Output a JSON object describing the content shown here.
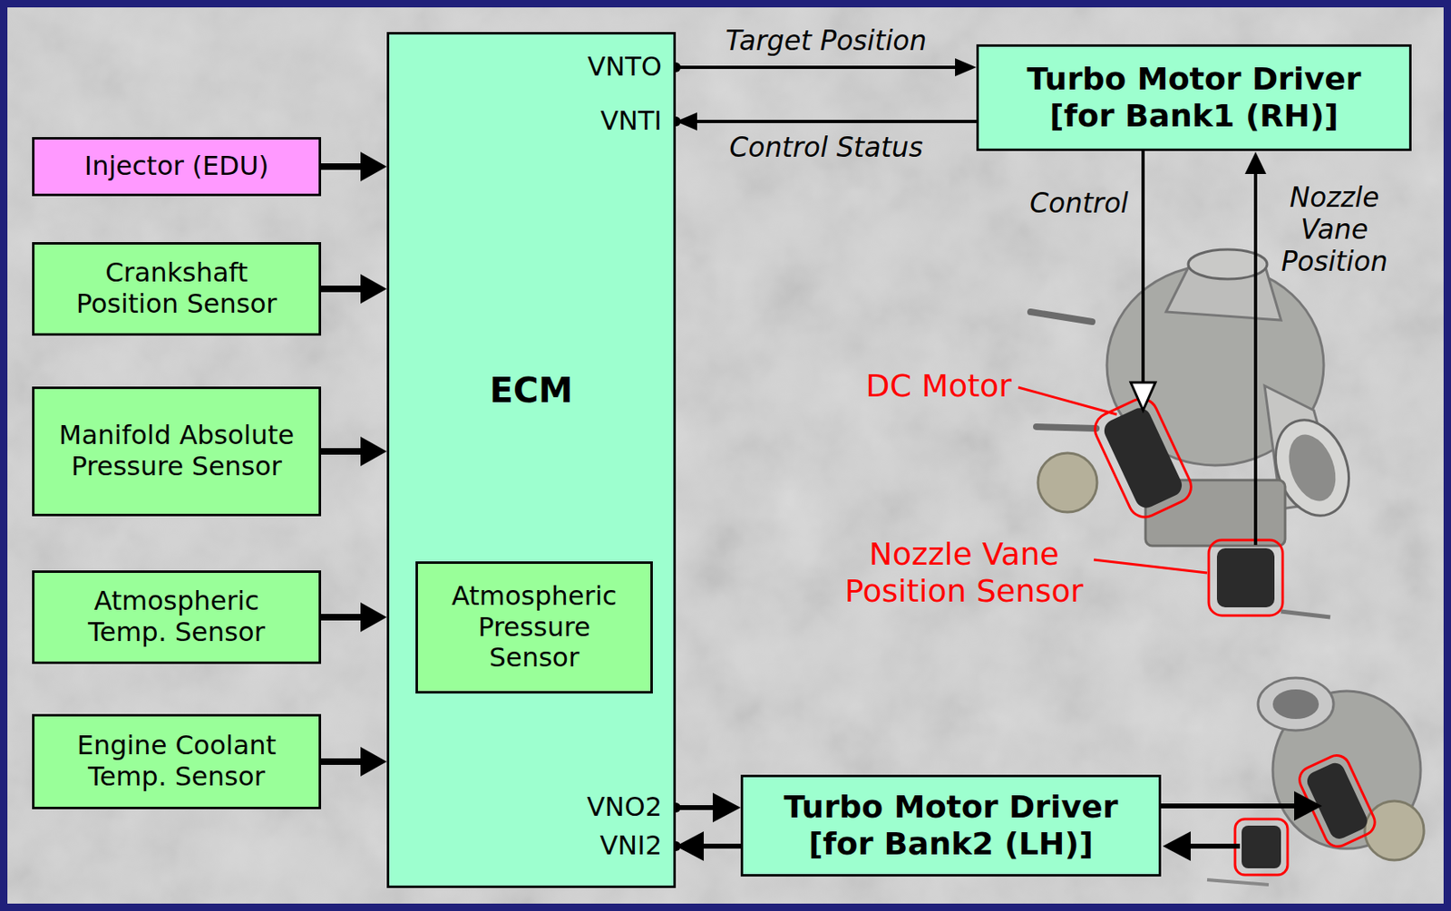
{
  "diagram": {
    "nodes": [
      {
        "text": [
          "ECM"
        ]
      },
      {
        "text": [
          "Atmospheric Pressure Sensor"
        ],
        "in": 0
      },
      {
        "text": [
          "Injector (EDU)"
        ]
      },
      {
        "text": [
          "Crankshaft Position Sensor"
        ]
      },
      {
        "text": [
          "Manifold Absolute Pressure Sensor"
        ]
      },
      {
        "text": [
          "Atmospheric Temp. Sensor"
        ]
      },
      {
        "text": [
          "Engine Coolant Temp. Sensor"
        ]
      },
      {
        "text": [
          "Turbo Motor Driver [for Bank1 (RH)]"
        ]
      },
      {
        "text": [
          "Turbo Motor Driver [for Bank2 (LH)]"
        ]
      }
    ],
    "edges": [
      {
        "from": 2,
        "to": 0,
        "arrow": "to"
      },
      {
        "from": 3,
        "to": 0,
        "arrow": "to"
      },
      {
        "from": 4,
        "to": 0,
        "arrow": "to"
      },
      {
        "from": 5,
        "to": 0,
        "arrow": "to"
      },
      {
        "from": 6,
        "to": 0,
        "arrow": "to"
      },
      {
        "from": 0,
        "to": 7,
        "label": "Target Position",
        "arrow": "to"
      },
      {
        "from": 7,
        "to": 0,
        "label": "Control Status",
        "arrow": "to"
      },
      {
        "from": 0,
        "to": 8,
        "arrow": "to"
      },
      {
        "from": 8,
        "to": 0,
        "arrow": "to"
      }
    ],
    "labels": [
      "VNTO",
      "VNTI",
      "VNO2",
      "VNI2",
      "Control",
      "Nozzle Vane Position",
      "DC Motor",
      "Nozzle Vane Position Sensor"
    ]
  }
}
